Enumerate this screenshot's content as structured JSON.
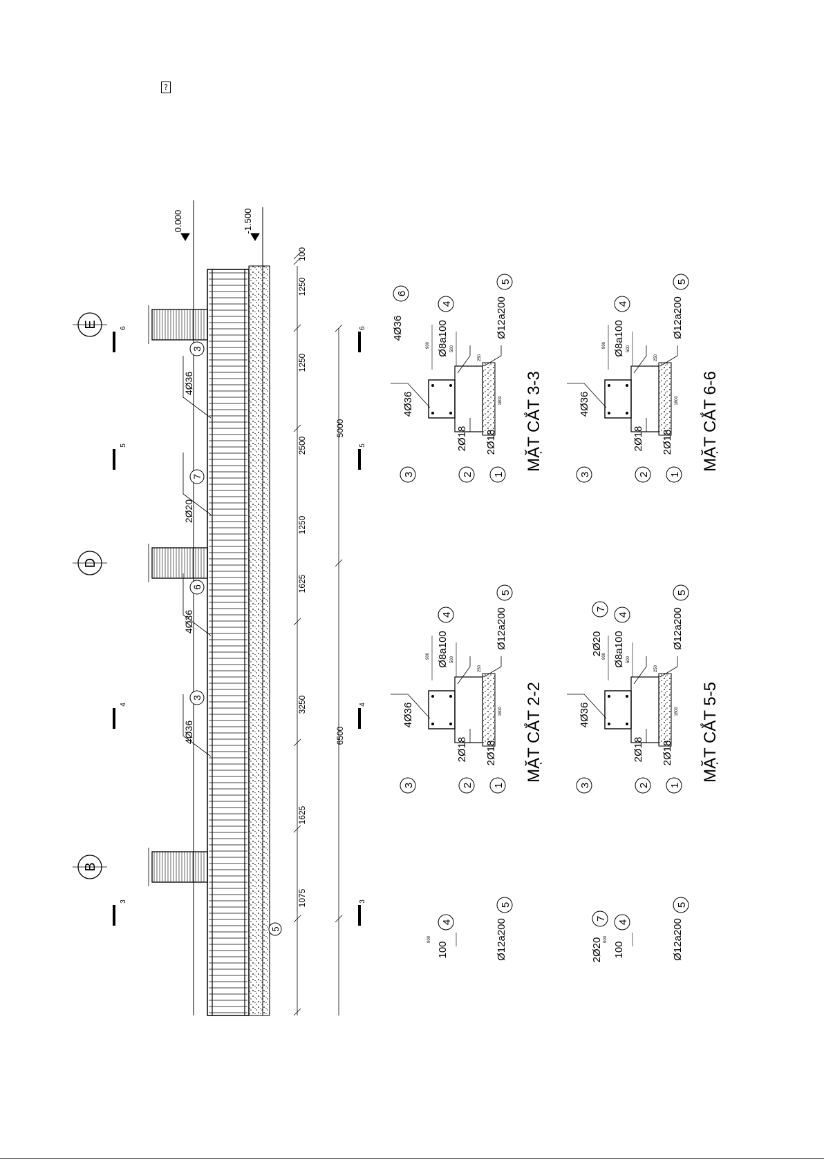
{
  "page": {
    "placeholder_glyph": "?"
  },
  "elevation": {
    "levels": [
      "0.000",
      "-1.500"
    ],
    "axes": [
      "E",
      "D",
      "B"
    ],
    "section_marks": [
      "6",
      "5",
      "4",
      "3"
    ],
    "dims_segments": [
      "100",
      "1250",
      "1250",
      "2500",
      "1250",
      "1625",
      "3250",
      "1625",
      "1075"
    ],
    "dims_totals": [
      "5000",
      "6500"
    ],
    "bar_labels": [
      {
        "text": "4Ø36",
        "tag": "3"
      },
      {
        "text": "2Ø20",
        "tag": "7"
      },
      {
        "text": "4Ø36",
        "tag": "6"
      },
      {
        "text": "4Ø36",
        "tag": "3"
      }
    ],
    "edge_tag": "5"
  },
  "sections": [
    {
      "title": "MẶT CẮT 3-3",
      "top": "4Ø36",
      "top_tag": "6",
      "stirrup": "Ø8a100",
      "stirrup_tag": "4",
      "extra": "",
      "extra_tag": "",
      "main": "4Ø36",
      "main_tag": "3",
      "mid": "2Ø18",
      "mid_tag": "2",
      "bottom": "2Ø18",
      "bottom_tag": "1",
      "slab": "Ø12a200",
      "slab_tag": "5",
      "d1": "900",
      "d2": "500",
      "d3": "250",
      "d4": "1800"
    },
    {
      "title": "MẶT CẮT 6-6",
      "top": "",
      "top_tag": "",
      "stirrup": "Ø8a100",
      "stirrup_tag": "4",
      "extra": "",
      "extra_tag": "",
      "main": "4Ø36",
      "main_tag": "3",
      "mid": "2Ø18",
      "mid_tag": "2",
      "bottom": "2Ø18",
      "bottom_tag": "1",
      "slab": "Ø12a200",
      "slab_tag": "5",
      "d1": "900",
      "d2": "500",
      "d3": "250",
      "d4": "1800"
    },
    {
      "title": "MẶT CẮT 2-2",
      "top": "",
      "top_tag": "",
      "stirrup": "Ø8a100",
      "stirrup_tag": "4",
      "extra": "",
      "extra_tag": "",
      "main": "4Ø36",
      "main_tag": "3",
      "mid": "2Ø18",
      "mid_tag": "2",
      "bottom": "2Ø18",
      "bottom_tag": "1",
      "slab": "Ø12a200",
      "slab_tag": "5",
      "d1": "900",
      "d2": "500",
      "d3": "250",
      "d4": "1800"
    },
    {
      "title": "MẶT CẮT 5-5",
      "top": "",
      "top_tag": "",
      "stirrup": "Ø8a100",
      "stirrup_tag": "4",
      "extra": "2Ø20",
      "extra_tag": "7",
      "main": "4Ø36",
      "main_tag": "3",
      "mid": "2Ø18",
      "mid_tag": "2",
      "bottom": "2Ø18",
      "bottom_tag": "1",
      "slab": "Ø12a200",
      "slab_tag": "5",
      "d1": "900",
      "d2": "500",
      "d3": "250",
      "d4": "1800"
    }
  ],
  "partial_left": [
    {
      "stirrup": "100",
      "tag": "4",
      "slab": "Ø12a200",
      "slab_tag": "5",
      "extra": "",
      "extra_tag": "",
      "d1": "900"
    },
    {
      "stirrup": "100",
      "tag": "4",
      "slab": "Ø12a200",
      "slab_tag": "5",
      "extra": "2Ø20",
      "extra_tag": "7",
      "d1": "900"
    }
  ]
}
